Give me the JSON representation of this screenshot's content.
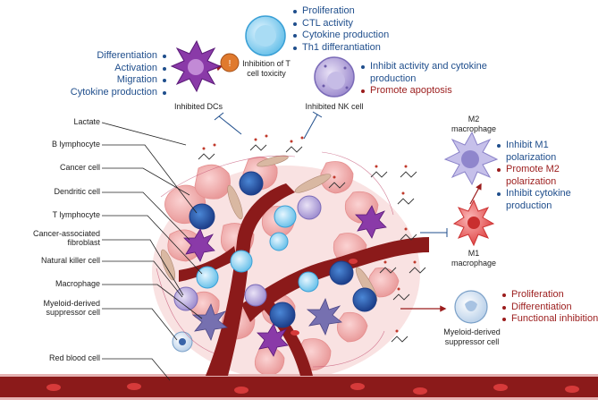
{
  "left_labels": [
    {
      "id": "lactate",
      "text": "Lactate"
    },
    {
      "id": "b-lymphocyte",
      "text": "B lymphocyte"
    },
    {
      "id": "cancer-cell",
      "text": "Cancer cell"
    },
    {
      "id": "dendritic-cell",
      "text": "Dendritic cell"
    },
    {
      "id": "t-lymphocyte",
      "text": "T lymphocyte"
    },
    {
      "id": "caf",
      "text": "Cancer-associated fibroblast"
    },
    {
      "id": "nk-cell",
      "text": "Natural killer cell"
    },
    {
      "id": "macrophage",
      "text": "Macrophage"
    },
    {
      "id": "mdsc",
      "text": "Myeloid-derived suppressor cell"
    },
    {
      "id": "rbc",
      "text": "Red blood cell"
    }
  ],
  "dc_panel": {
    "items": [
      "Differentiation",
      "Activation",
      "Migration",
      "Cytokine production"
    ],
    "cell_label": "Inhibited DCs"
  },
  "tcell_panel": {
    "items": [
      "Proliferation",
      "CTL activity",
      "Cytokine production",
      "Th1 differantiation"
    ],
    "cell_label": "Inhibition of T cell toxicity"
  },
  "nk_panel": {
    "items_blue": [
      "Inhibit activity and cytokine production"
    ],
    "items_red": [
      "Promote apoptosis"
    ],
    "cell_label": "Inhibited NK cell"
  },
  "macrophage_panel": {
    "m2_label": "M2 macrophage",
    "m1_label": "M1 macrophage",
    "items": [
      {
        "text": "Inhibit M1 polarization",
        "color": "blue"
      },
      {
        "text": "Promote M2 polarization",
        "color": "red"
      },
      {
        "text": "Inhibit cytokine production",
        "color": "blue"
      }
    ]
  },
  "mdsc_panel": {
    "cell_label": "Myeloid-derived suppressor cell",
    "items": [
      "Proliferation",
      "Differentiation",
      "Functional inhibition"
    ]
  },
  "badge": "!",
  "colors": {
    "blue": "#1f4e8c",
    "red": "#9b1c1c",
    "vessel": "#8b1a1a"
  }
}
